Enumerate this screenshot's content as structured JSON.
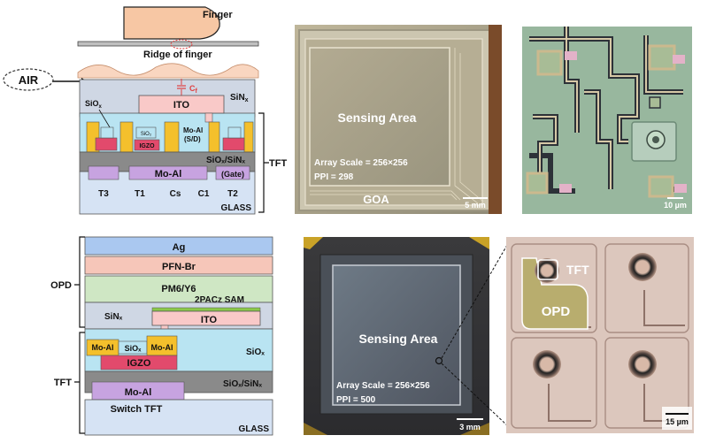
{
  "top_schematic": {
    "finger": "Finger",
    "ridge": "Ridge of finger",
    "air": "AIR",
    "cf": "C",
    "cf_sub": "f",
    "sinx": "SiN",
    "sinx_sub": "x",
    "siox": "SiO",
    "siox_sub": "x",
    "ito": "ITO",
    "sio2": "SiO₂",
    "igzo": "IGZO",
    "moal_sd": "Mo-Al",
    "sd": "(S/D)",
    "siox_sinx": "SiOₓ/SiNₓ",
    "moal": "Mo-Al",
    "gate": "(Gate)",
    "t3": "T3",
    "t1": "T1",
    "cs": "Cs",
    "c1": "C1",
    "t2": "T2",
    "glass": "GLASS",
    "tft": "TFT"
  },
  "top_photo": {
    "sensing_area": "Sensing Area",
    "array_scale": "Array Scale = 256×256",
    "ppi": "PPI = 298",
    "goa": "GOA",
    "scale": "5 mm"
  },
  "top_micro": {
    "scale": "10 µm"
  },
  "bottom_schematic": {
    "ag": "Ag",
    "pfn": "PFN-Br",
    "pm6": "PM6/Y6",
    "sam": "2PACz SAM",
    "sinx": "SiNₓ",
    "ito": "ITO",
    "siox": "SiOₓ",
    "moal_l": "Mo-Al",
    "siox_inner": "SiOₓ",
    "moal_r": "Mo-Al",
    "igzo": "IGZO",
    "siox_sinx": "SiOₓ/SiNₓ",
    "moal": "Mo-Al",
    "switch": "Switch TFT",
    "glass": "GLASS",
    "opd": "OPD",
    "tft": "TFT"
  },
  "bottom_photo": {
    "sensing_area": "Sensing Area",
    "array_scale": "Array Scale = 256×256",
    "ppi": "PPI = 500",
    "scale": "3 mm"
  },
  "bottom_micro": {
    "tft": "TFT",
    "opd": "OPD",
    "scale": "15 µm"
  }
}
